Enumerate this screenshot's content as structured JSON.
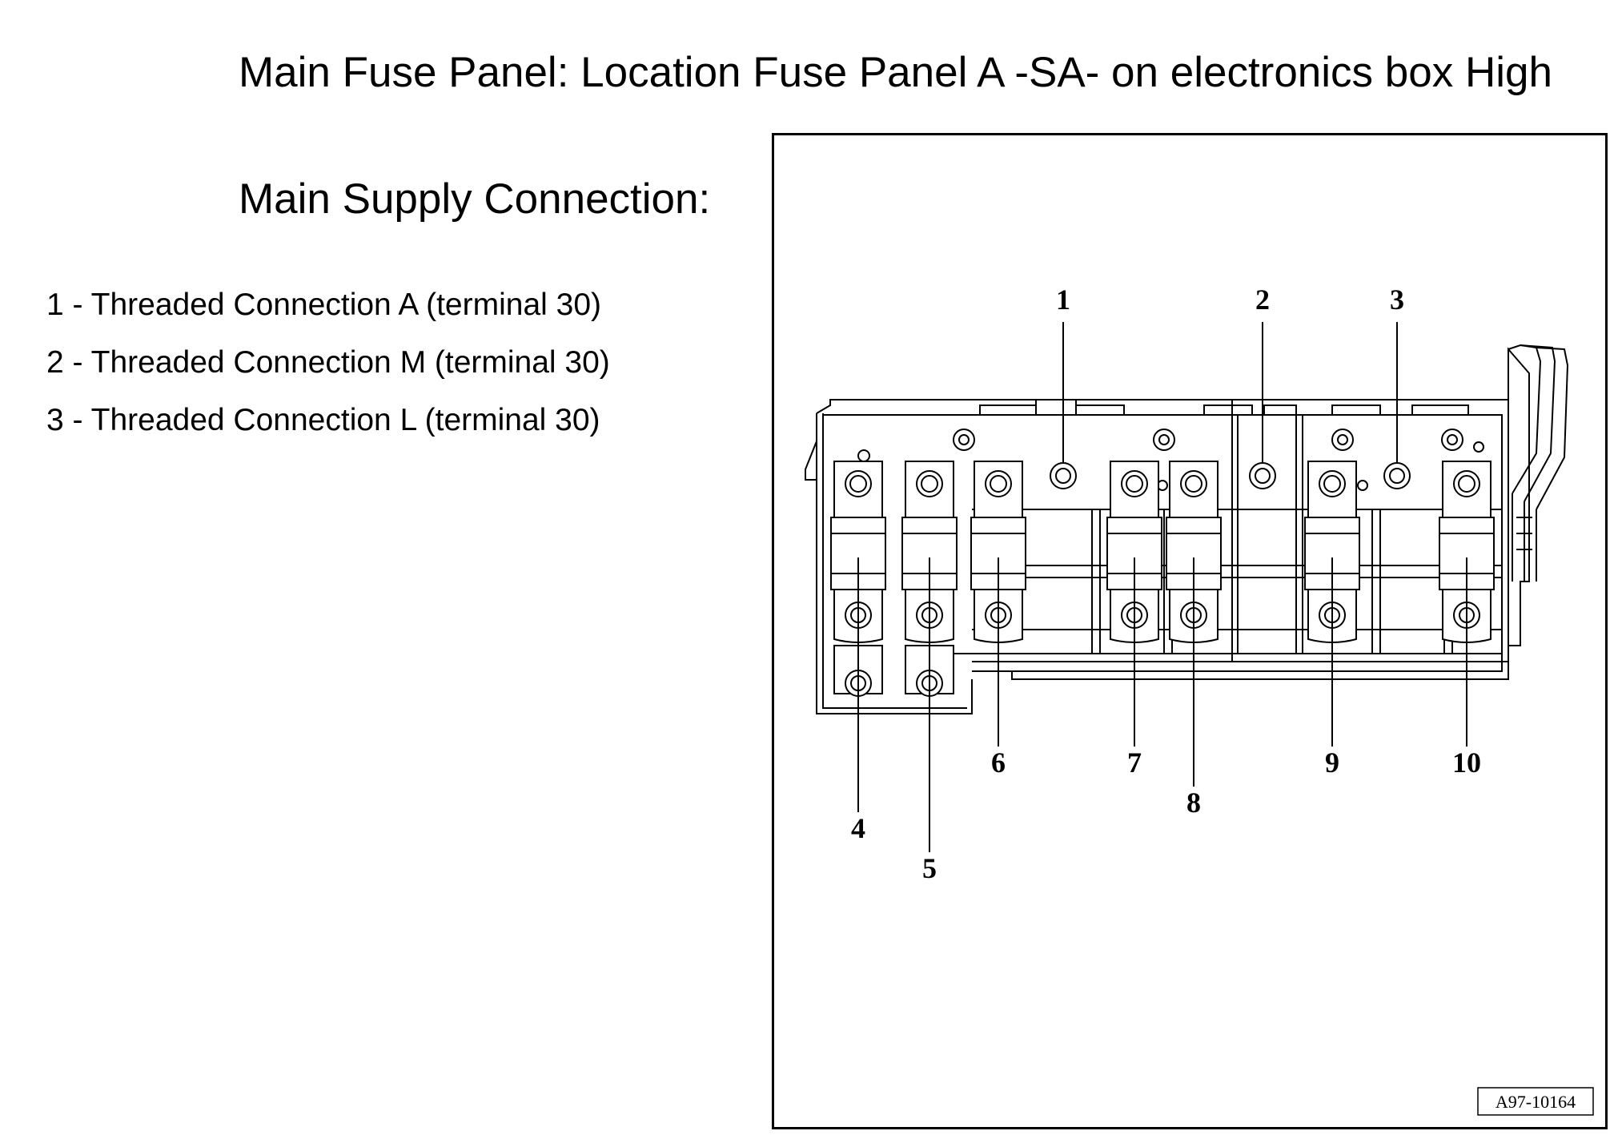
{
  "title": "Main Fuse Panel: Location Fuse Panel A -SA- on electronics box High",
  "subtitle": "Main Supply Connection:",
  "legend": [
    {
      "number": "1",
      "text": "1 - Threaded Connection A (terminal 30)"
    },
    {
      "number": "2",
      "text": "2 - Threaded Connection M (terminal 30)"
    },
    {
      "number": "3",
      "text": "3 - Threaded Connection L (terminal 30)"
    }
  ],
  "diagram": {
    "figure_code": "A97-10164",
    "callouts": [
      "1",
      "2",
      "3",
      "4",
      "5",
      "6",
      "7",
      "8",
      "9",
      "10"
    ]
  }
}
